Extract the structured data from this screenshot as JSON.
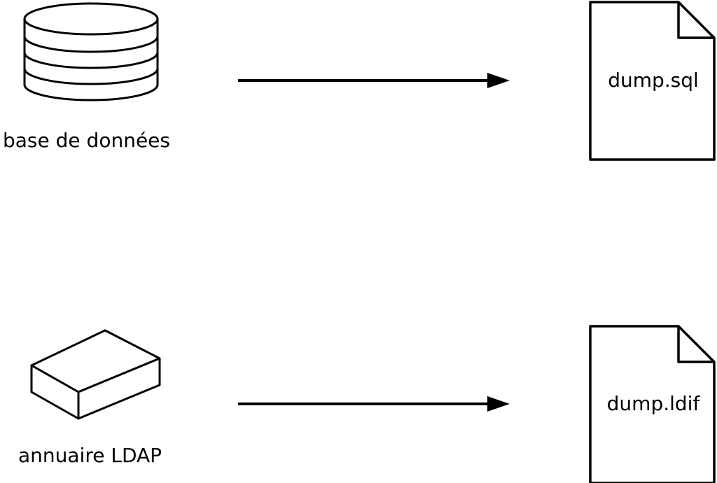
{
  "diagram": {
    "background_color": "#ffffff",
    "stroke_color": "#000000",
    "rows": [
      {
        "source_label": "base de données",
        "source_icon": "database-cylinder-icon",
        "arrow_icon": "arrow-right-icon",
        "target_file": "dump.sql",
        "target_icon": "document-file-icon"
      },
      {
        "source_label": "annuaire LDAP",
        "source_icon": "ldap-box-icon",
        "arrow_icon": "arrow-right-icon",
        "target_file": "dump.ldif",
        "target_icon": "document-file-icon"
      }
    ]
  }
}
